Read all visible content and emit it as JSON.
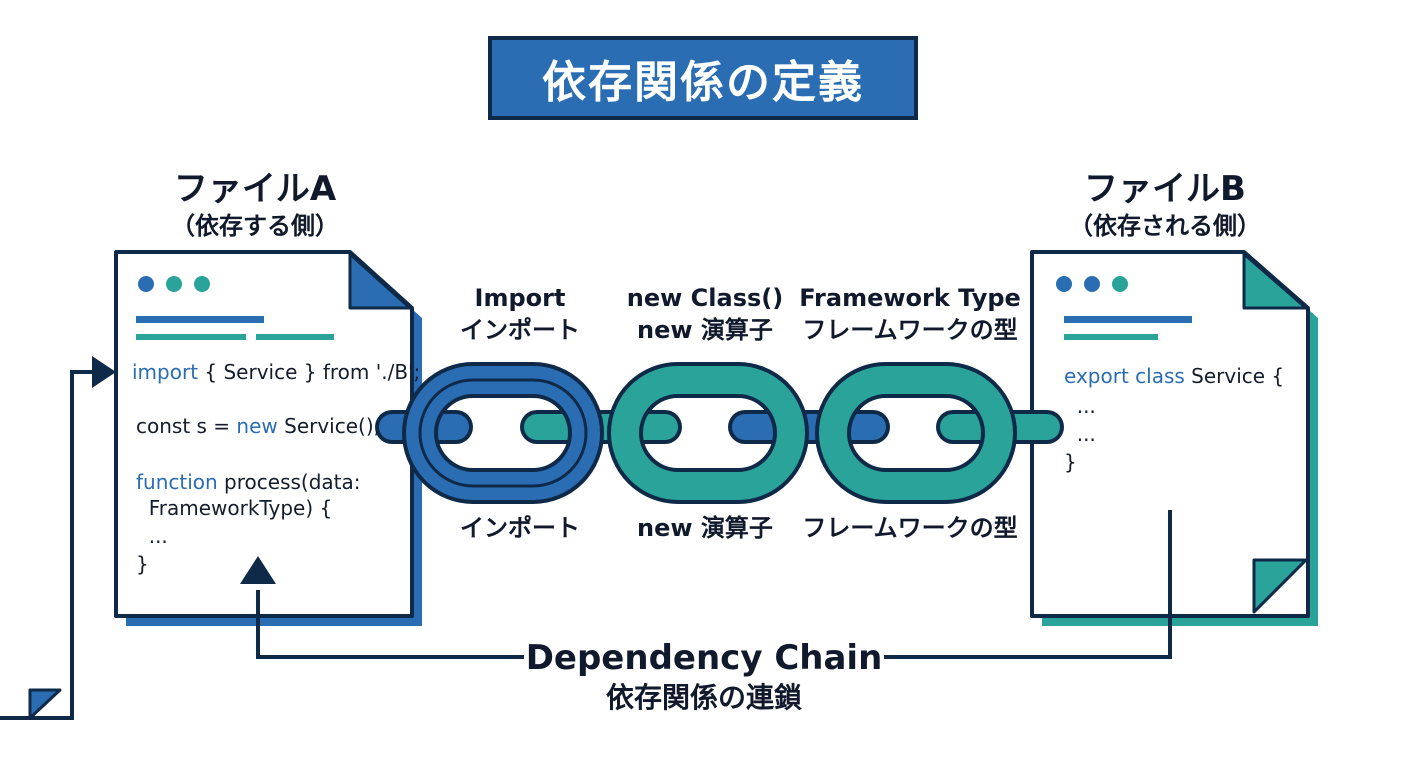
{
  "title": "依存関係の定義",
  "colors": {
    "blue": "#2a6db3",
    "teal": "#2aa39b",
    "navy": "#0f2a48"
  },
  "file_a": {
    "name": "ファイルA",
    "role": "（依存する側）",
    "code": {
      "line1_kw": "import",
      "line1_rest": " { Service } from './B';",
      "line2_pre": "const s = ",
      "line2_kw": "new",
      "line2_rest": " Service();",
      "line3_kw": "function",
      "line3_rest": " process(data:",
      "line4": "  FrameworkType) {",
      "line5": "  ...",
      "line6": "}"
    }
  },
  "file_b": {
    "name": "ファイルB",
    "role": "（依存される側）",
    "code": {
      "line1_kw": "export class",
      "line1_rest": " Service {",
      "line2": "  ...",
      "line3": "  ...",
      "line4": "}"
    }
  },
  "chain_links": [
    {
      "top_en": "Import",
      "top_ja": "インポート",
      "bottom": "インポート"
    },
    {
      "top_en": "new Class()",
      "top_ja": "new 演算子",
      "bottom": "new 演算子"
    },
    {
      "top_en": "Framework Type",
      "top_ja": "フレームワークの型",
      "bottom": "フレームワークの型"
    }
  ],
  "dependency_chain": {
    "en": "Dependency Chain",
    "ja": "依存関係の連鎖"
  }
}
